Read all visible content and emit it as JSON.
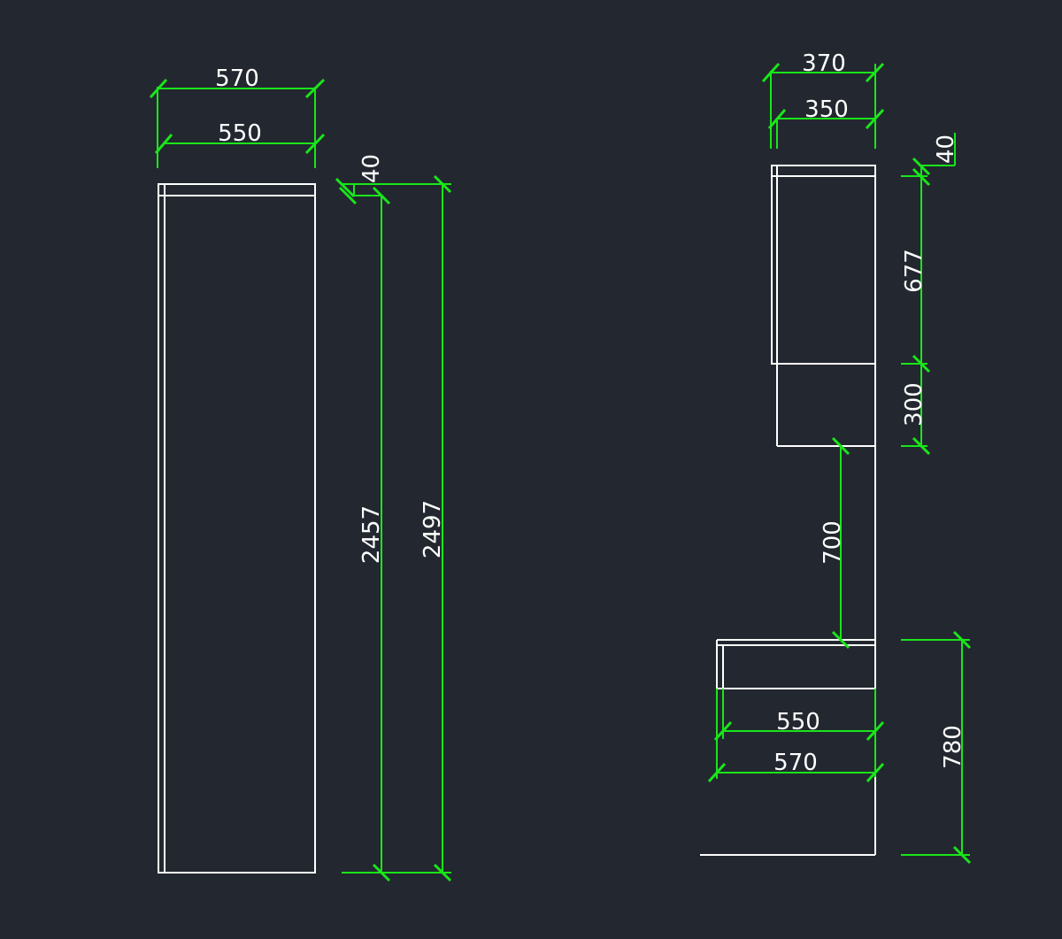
{
  "colors": {
    "background": "#232830",
    "geometry": "#ffffff",
    "dimension": "#19e619"
  },
  "left_view": {
    "dims": {
      "top_width_outer": "570",
      "top_width_inner": "550",
      "top_thickness": "40",
      "inner_height": "2457",
      "total_height": "2497"
    }
  },
  "right_view": {
    "dims": {
      "depth_outer": "370",
      "depth_inner": "350",
      "top_thickness": "40",
      "upper_cabinet_height": "677",
      "niche_height": "300",
      "gap_height": "700",
      "lower_depth_inner": "550",
      "lower_depth_outer": "570",
      "lower_height": "780"
    }
  }
}
